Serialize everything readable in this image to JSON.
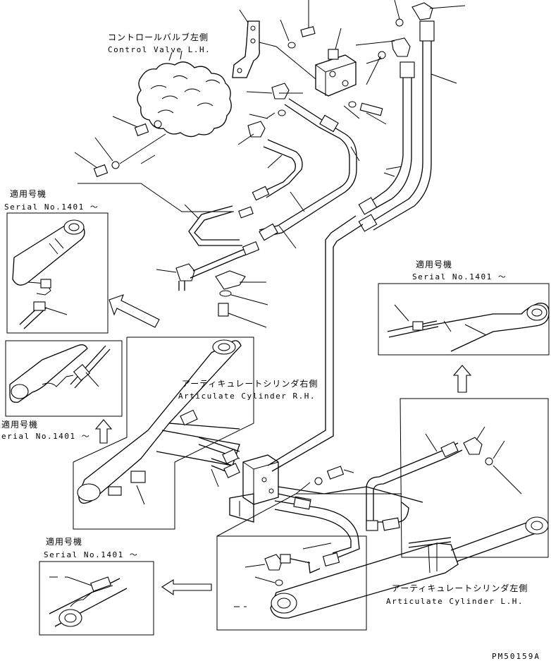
{
  "labels": {
    "control_valve_jp": "コントロールバルブ左側",
    "control_valve_en": "Control Valve L.H.",
    "serial_top_left_jp": "適用号機",
    "serial_top_left_en": "Serial No.1401 ～",
    "serial_mid_left_jp": "適用号機",
    "serial_mid_left_en": "erial No.1401 ～",
    "serial_right_jp": "適用号機",
    "serial_right_en": "Serial No.1401 ～",
    "serial_bottom_left_jp": "適用号機",
    "serial_bottom_left_en": "Serial No.1401 ～",
    "art_rh_jp": "アーティキュレートシリンダ右側",
    "art_rh_en": "Articulate Cylinder R.H.",
    "art_lh_jp": "アーティキュレートシリンダ左側",
    "art_lh_en": "Articulate Cylinder L.H.",
    "drawing_code": "PM50159A"
  },
  "icons": [
    "arrow-up-left-icon",
    "arrow-up-icon",
    "arrow-left-icon"
  ]
}
